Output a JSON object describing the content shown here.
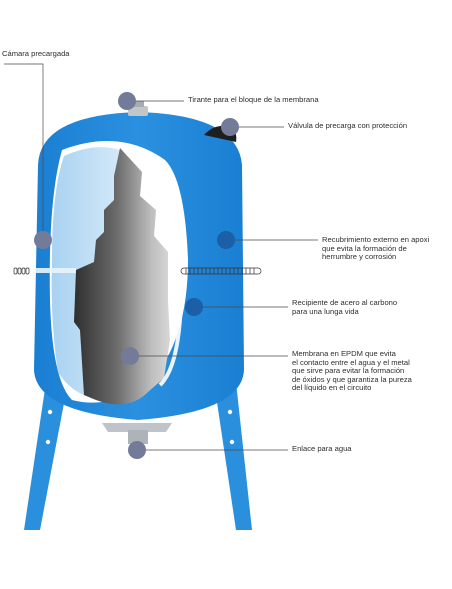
{
  "labels": {
    "camara_precargada": "Cámara precargada",
    "tirante": "Tirante para el bloque de la membrana",
    "valvula": "Válvula de precarga con protección",
    "recubrimiento": "Recubrimiento externo en apoxi\nque evita la formación de\nherrumbre y corrosión",
    "recipiente": "Recipiente de acero al carbono\npara una lunga vida",
    "membrana": "Membrana en EPDM que evita\nel contacto entre el agua y el metal\nque sirve para evitar la formación\nde óxidos y que garantiza la pureza\ndel líquido en el circuito",
    "enlace": "Enlace para agua"
  },
  "colors": {
    "tank_blue": "#1f86d6",
    "tank_dark_blue": "#1670bd",
    "leg_blue": "#2a8fdc",
    "chamber_light": "#b9dcf4",
    "membrane_dark": "#3d3d3d",
    "membrane_light": "#c4c4c4",
    "marker_gray": "#737b99",
    "marker_blue": "#1b5fa6",
    "leader_line": "#4a4a4a",
    "valve": "#1e1e1e",
    "fitting": "#b9bec4"
  }
}
